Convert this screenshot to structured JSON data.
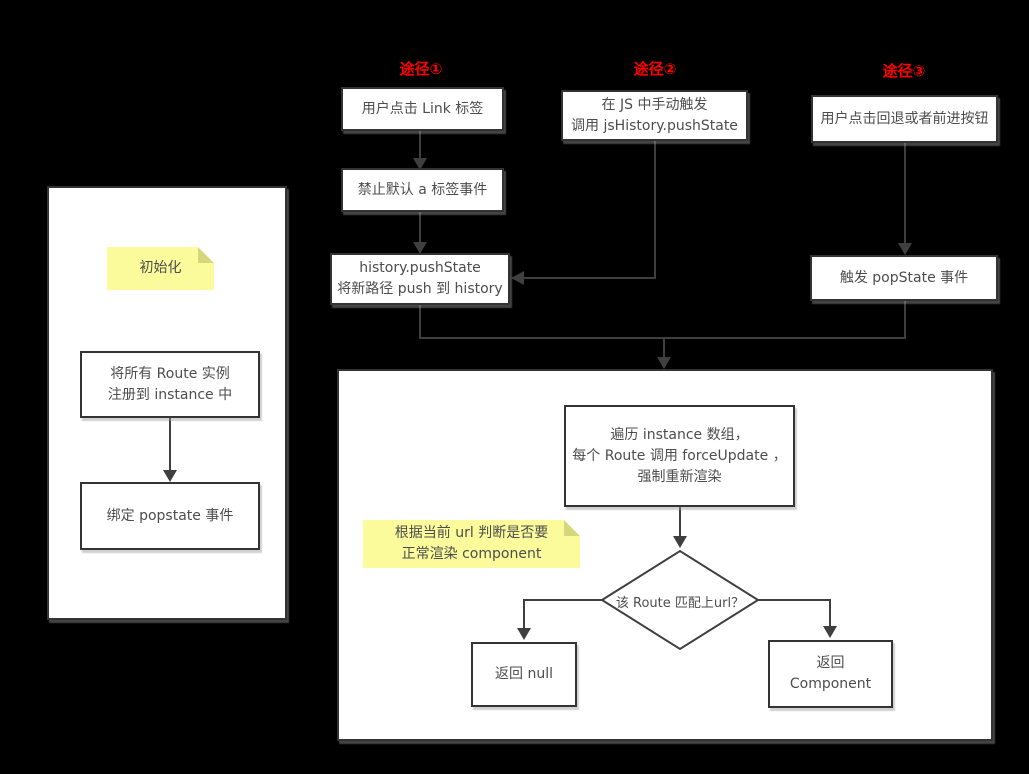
{
  "colors": {
    "background": "#000000",
    "node_fill": "#ffffff",
    "node_border": "#333333",
    "connector": "#3f3f3f",
    "text": "#4d4d4d",
    "path_label": "#ff0000",
    "sticky_fill": "#fbfb9c",
    "sticky_fold": "#d6d67a"
  },
  "path_labels": {
    "p1": "途径①",
    "p2": "途径②",
    "p3": "途径③"
  },
  "flow1": {
    "step1": "用户点击 Link 标签",
    "step2": "禁止默认 a 标签事件",
    "step3": "history.pushState\n将新路径 push 到 history"
  },
  "flow2": {
    "step1": "在 JS 中手动触发\n调用 jsHistory.pushState"
  },
  "flow3": {
    "step1": "用户点击回退或者前进按钮",
    "step2": "触发 popState 事件"
  },
  "init_panel": {
    "sticky": "初始化",
    "step1": "将所有 Route 实例\n注册到 instance 中",
    "step2": "绑定 popstate 事件"
  },
  "render_panel": {
    "step1": "遍历 instance 数组，\n每个 Route 调用 forceUpdate ，\n强制重新渲染",
    "sticky": "根据当前 url 判断是否要\n正常渲染 component",
    "decision": "该 Route 匹配上url？",
    "result_no": "返回 null",
    "result_yes": "返回\nComponent"
  }
}
